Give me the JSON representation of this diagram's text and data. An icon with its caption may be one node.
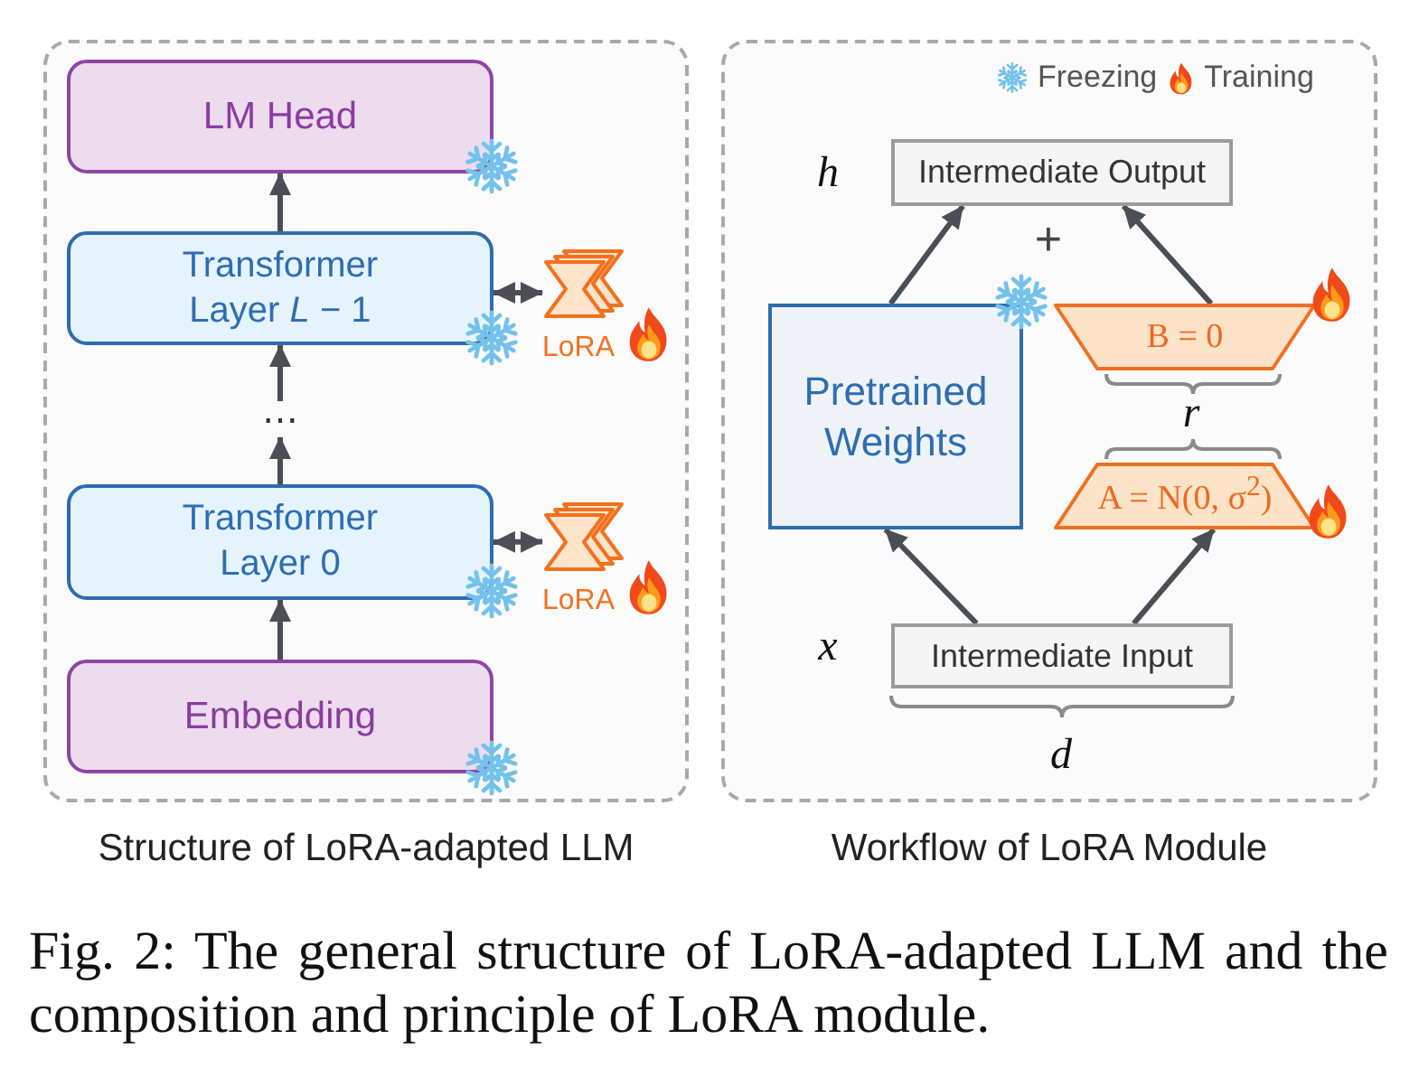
{
  "diagram": {
    "caption": "Fig. 2: The general structure of LoRA-adapted LLM and the composition and principle of LoRA module.",
    "nodes": [
      {
        "text": [
          "Structure of LoRA-adapted LLM"
        ]
      },
      {
        "text": [
          "LM Head"
        ],
        "in": 0
      },
      {
        "text": [
          "Transformer Layer *L* − 1"
        ],
        "in": 0
      },
      {
        "text": [
          "LoRA"
        ],
        "in": 0
      },
      {
        "text": [
          "⋯"
        ],
        "in": 0
      },
      {
        "text": [
          "Transformer Layer 0"
        ],
        "in": 0
      },
      {
        "text": [
          "LoRA"
        ],
        "in": 0
      },
      {
        "text": [
          "Embedding"
        ],
        "in": 0
      },
      {
        "text": [
          "Workflow of LoRA Module"
        ]
      },
      {
        "text": [
          "Intermediate Output"
        ],
        "in": 8,
        "beside": [
          "h"
        ]
      },
      {
        "text": [
          "Pretrained Weights"
        ],
        "in": 8
      },
      {
        "text": [
          "B = 0"
        ],
        "in": 8
      },
      {
        "text": [
          "A = N(0, σ$^{2}$)"
        ],
        "in": 8
      },
      {
        "text": [
          "Intermediate Input"
        ],
        "in": 8,
        "beside": [
          "x"
        ]
      }
    ],
    "edges": [
      {
        "from": 2,
        "to": 1,
        "arrow": "to"
      },
      {
        "from": 4,
        "to": 2,
        "arrow": "to"
      },
      {
        "from": 2,
        "to": 3,
        "arrow": "both"
      },
      {
        "from": 5,
        "to": 4,
        "arrow": "to"
      },
      {
        "from": 5,
        "to": 6,
        "arrow": "both"
      },
      {
        "from": 7,
        "to": 5,
        "arrow": "to"
      },
      {
        "from": 10,
        "to": 9,
        "arrow": "to"
      },
      {
        "from": 11,
        "to": 9,
        "arrow": "to"
      },
      {
        "from": 13,
        "to": 10,
        "arrow": "to"
      },
      {
        "from": 13,
        "to": 12,
        "arrow": "to"
      }
    ],
    "labels": [
      "+",
      "r",
      "d"
    ],
    "legend": [
      {
        "text": "Freezing"
      },
      {
        "text": "Training"
      }
    ]
  }
}
